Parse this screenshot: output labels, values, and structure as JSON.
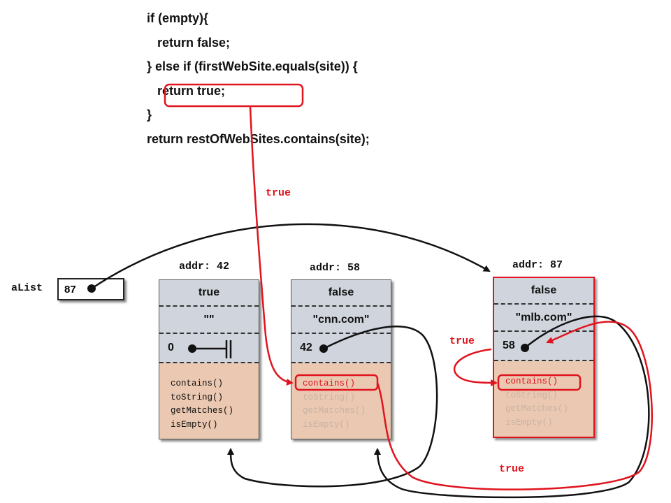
{
  "code": {
    "lines": [
      "if (empty){",
      "   return false;",
      "} else if (firstWebSite.equals(site)) {",
      "   return true;",
      "}",
      "return restOfWebSites.contains(site);"
    ]
  },
  "labels": {
    "true_top": "true",
    "true_left": "true",
    "true_bottom": "true"
  },
  "variable": {
    "name": "aList",
    "value": "87"
  },
  "nodes": [
    {
      "addr": "addr: 42",
      "empty": "true",
      "site": "\"\"",
      "rest": "0",
      "methods": [
        "contains()",
        "toString()",
        "getMatches()",
        "isEmpty()"
      ]
    },
    {
      "addr": "addr: 58",
      "empty": "false",
      "site": "\"cnn.com\"",
      "rest": "42",
      "methods": [
        "contains()",
        "toString()",
        "getMatches()",
        "isEmpty()"
      ]
    },
    {
      "addr": "addr: 87",
      "empty": "false",
      "site": "\"mlb.com\"",
      "rest": "58",
      "methods": [
        "contains()",
        "toString()",
        "getMatches()",
        "isEmpty()"
      ]
    }
  ],
  "colors": {
    "highlight": "#e0141e",
    "header_cell": "#d0d5dd",
    "method_cell": "#ebc8b1",
    "arrow": "#111111"
  }
}
